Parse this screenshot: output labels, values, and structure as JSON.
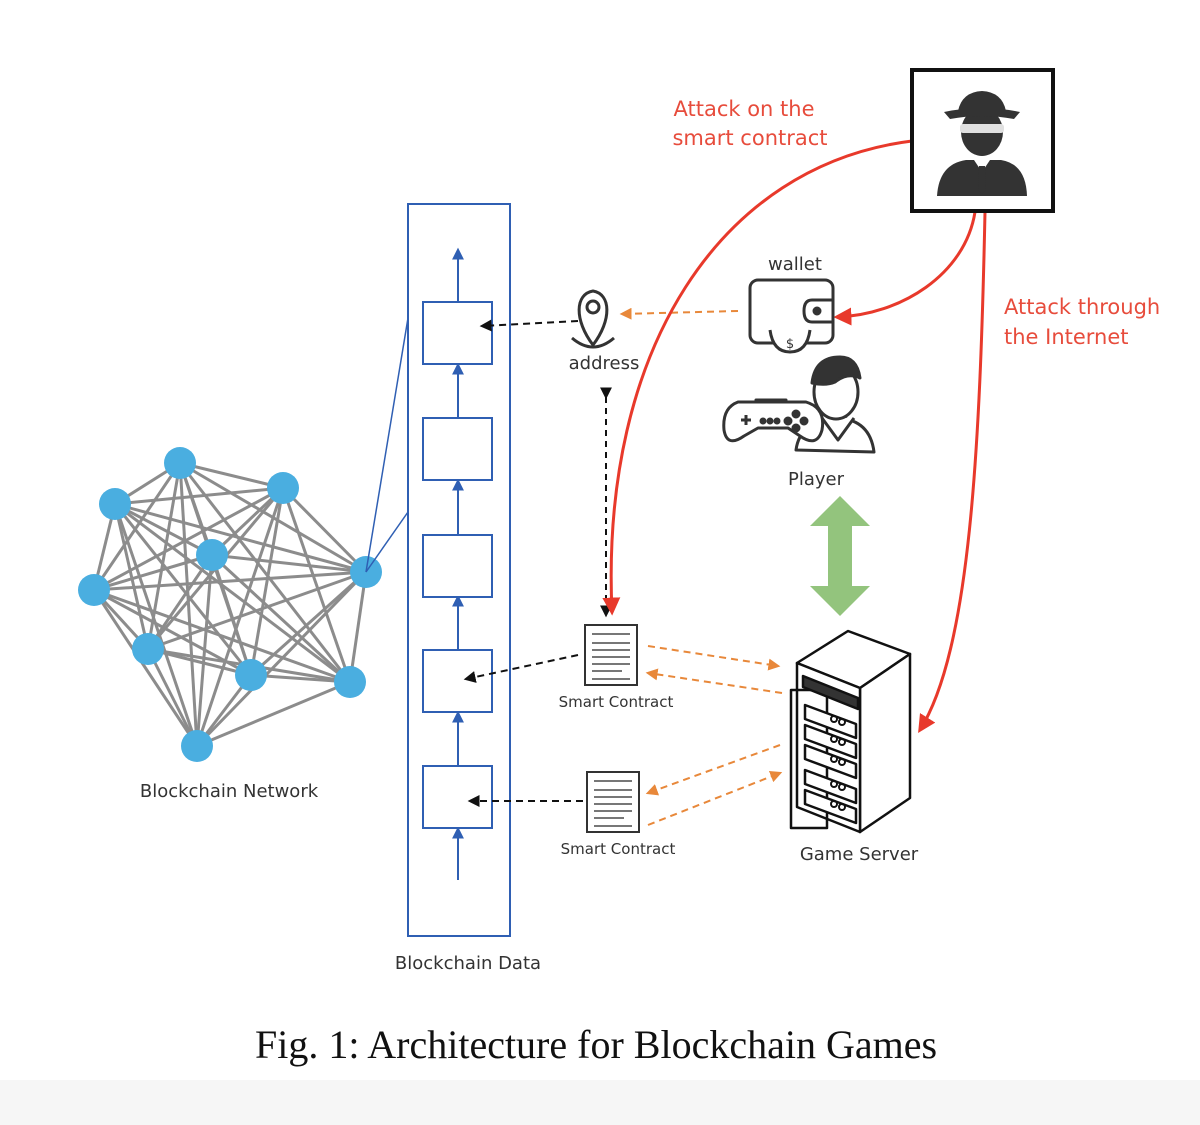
{
  "colors": {
    "attack": "#e8392b",
    "attack_text": "#e74c3c",
    "node": "#4aaee0",
    "edge": "#8c8c8c",
    "chain": "#2f5fb3",
    "orange_arrow": "#e8883a",
    "green_arrow": "#93c47d"
  },
  "labels": {
    "blockchain_network": "Blockchain Network",
    "blockchain_data": "Blockchain Data",
    "address": "address",
    "wallet": "wallet",
    "player": "Player",
    "smart_contract_1": "Smart Contract",
    "smart_contract_2": "Smart Contract",
    "game_server": "Game Server",
    "attack_contract_line1": "Attack on the",
    "attack_contract_line2": "smart contract",
    "attack_internet_line1": "Attack through",
    "attack_internet_line2": "the Internet"
  },
  "icons": {
    "attacker": "spy-hacker-icon",
    "wallet": "wallet-icon",
    "address": "map-pin-icon",
    "player": "gamer-with-controller-icon",
    "contract": "document-icon",
    "server": "server-rack-icon"
  },
  "caption": "Fig. 1: Architecture for Blockchain Games"
}
